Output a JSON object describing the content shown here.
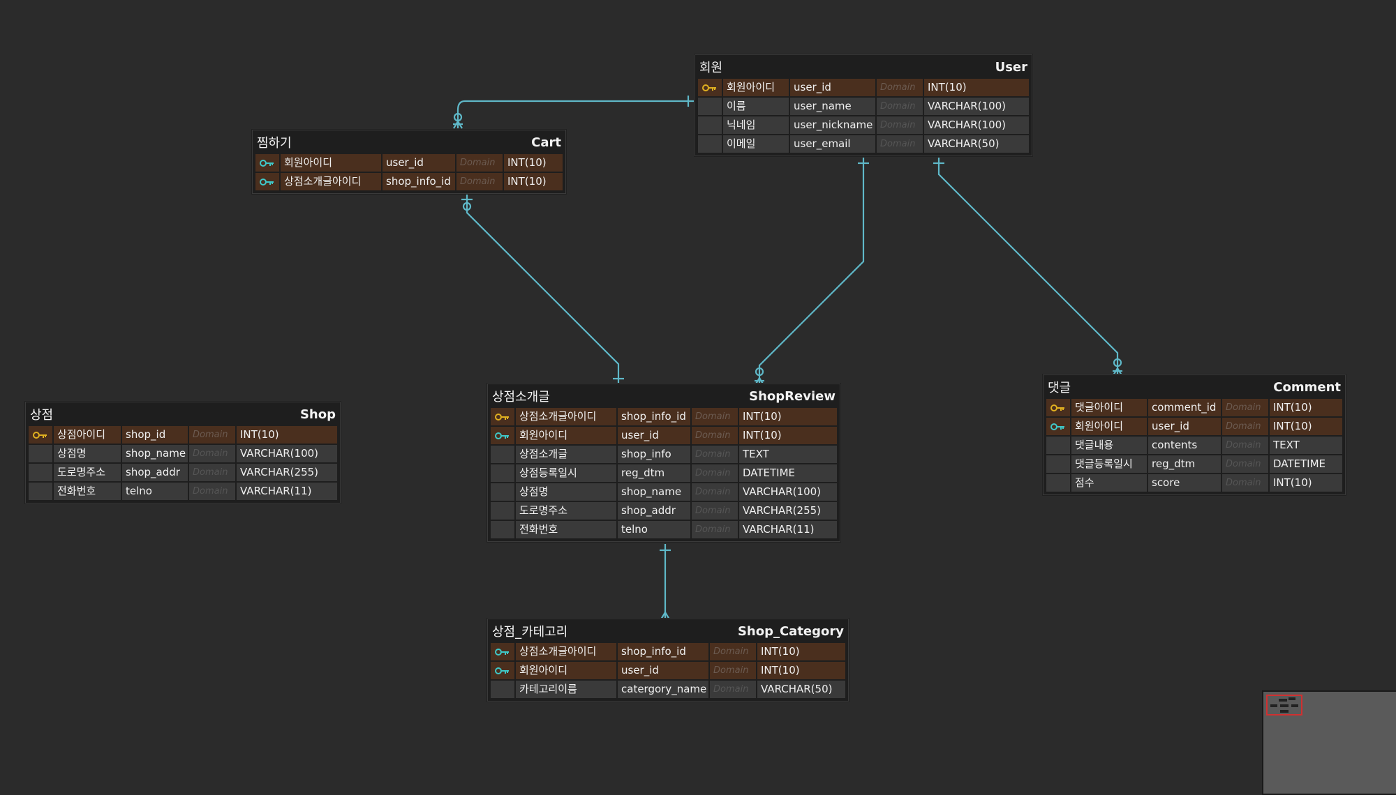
{
  "colors": {
    "background": "#2b2b2b",
    "link": "#5fb8c8",
    "pk_row": "#4a2f1e",
    "row": "#3a3a3a",
    "pk_key": "#e0b020",
    "fk_key": "#3fc8c8"
  },
  "tables": {
    "user": {
      "ko": "회원",
      "en": "User",
      "rows": [
        {
          "key": "pk-icon",
          "ko": "회원아이디",
          "col": "user_id",
          "dom": "Domain",
          "type": "INT(10)"
        },
        {
          "key": "",
          "ko": "이름",
          "col": "user_name",
          "dom": "Domain",
          "type": "VARCHAR(100)"
        },
        {
          "key": "",
          "ko": "닉네임",
          "col": "user_nickname",
          "dom": "Domain",
          "type": "VARCHAR(100)"
        },
        {
          "key": "",
          "ko": "이메일",
          "col": "user_email",
          "dom": "Domain",
          "type": "VARCHAR(50)"
        }
      ]
    },
    "cart": {
      "ko": "찜하기",
      "en": "Cart",
      "rows": [
        {
          "key": "fk-icon",
          "ko": "회원아이디",
          "col": "user_id",
          "dom": "Domain",
          "type": "INT(10)"
        },
        {
          "key": "fk-icon",
          "ko": "상점소개글아이디",
          "col": "shop_info_id",
          "dom": "Domain",
          "type": "INT(10)"
        }
      ]
    },
    "shop": {
      "ko": "상점",
      "en": "Shop",
      "rows": [
        {
          "key": "pk-icon",
          "ko": "상점아이디",
          "col": "shop_id",
          "dom": "Domain",
          "type": "INT(10)"
        },
        {
          "key": "",
          "ko": "상점명",
          "col": "shop_name",
          "dom": "Domain",
          "type": "VARCHAR(100)"
        },
        {
          "key": "",
          "ko": "도로명주소",
          "col": "shop_addr",
          "dom": "Domain",
          "type": "VARCHAR(255)"
        },
        {
          "key": "",
          "ko": "전화번호",
          "col": "telno",
          "dom": "Domain",
          "type": "VARCHAR(11)"
        }
      ]
    },
    "shopreview": {
      "ko": "상점소개글",
      "en": "ShopReview",
      "rows": [
        {
          "key": "pk-icon",
          "ko": "상점소개글아이디",
          "col": "shop_info_id",
          "dom": "Domain",
          "type": "INT(10)"
        },
        {
          "key": "fk-icon",
          "ko": "회원아이디",
          "col": "user_id",
          "dom": "Domain",
          "type": "INT(10)"
        },
        {
          "key": "",
          "ko": "상점소개글",
          "col": "shop_info",
          "dom": "Domain",
          "type": "TEXT"
        },
        {
          "key": "",
          "ko": "상점등록일시",
          "col": "reg_dtm",
          "dom": "Domain",
          "type": "DATETIME"
        },
        {
          "key": "",
          "ko": "상점명",
          "col": "shop_name",
          "dom": "Domain",
          "type": "VARCHAR(100)"
        },
        {
          "key": "",
          "ko": "도로명주소",
          "col": "shop_addr",
          "dom": "Domain",
          "type": "VARCHAR(255)"
        },
        {
          "key": "",
          "ko": "전화번호",
          "col": "telno",
          "dom": "Domain",
          "type": "VARCHAR(11)"
        }
      ]
    },
    "comment": {
      "ko": "댓글",
      "en": "Comment",
      "rows": [
        {
          "key": "pk-icon",
          "ko": "댓글아이디",
          "col": "comment_id",
          "dom": "Domain",
          "type": "INT(10)"
        },
        {
          "key": "fk-icon",
          "ko": "회원아이디",
          "col": "user_id",
          "dom": "Domain",
          "type": "INT(10)"
        },
        {
          "key": "",
          "ko": "댓글내용",
          "col": "contents",
          "dom": "Domain",
          "type": "TEXT"
        },
        {
          "key": "",
          "ko": "댓글등록일시",
          "col": "reg_dtm",
          "dom": "Domain",
          "type": "DATETIME"
        },
        {
          "key": "",
          "ko": "점수",
          "col": "score",
          "dom": "Domain",
          "type": "INT(10)"
        }
      ]
    },
    "shopcategory": {
      "ko": "상점_카테고리",
      "en": "Shop_Category",
      "rows": [
        {
          "key": "fk-icon",
          "ko": "상점소개글아이디",
          "col": "shop_info_id",
          "dom": "Domain",
          "type": "INT(10)"
        },
        {
          "key": "fk-icon",
          "ko": "회원아이디",
          "col": "user_id",
          "dom": "Domain",
          "type": "INT(10)"
        },
        {
          "key": "",
          "ko": "카테고리이름",
          "col": "catergory_name",
          "dom": "Domain",
          "type": "VARCHAR(50)"
        }
      ]
    }
  }
}
